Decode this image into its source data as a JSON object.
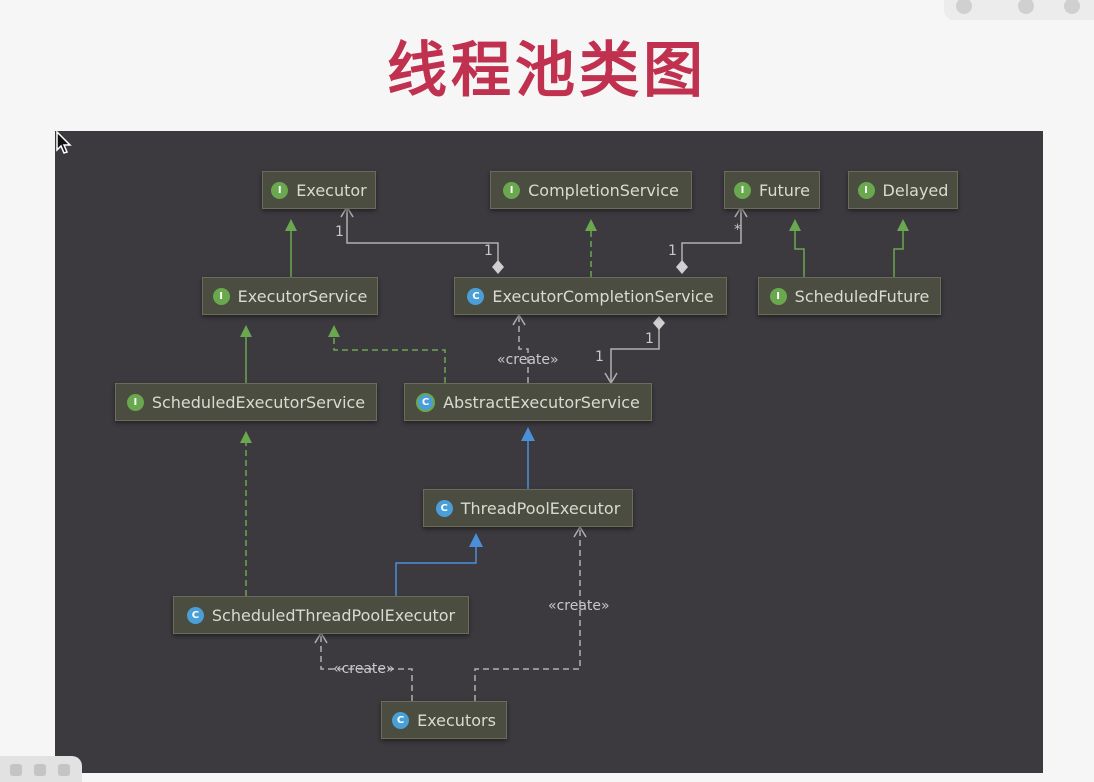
{
  "title": "线程池类图",
  "nodes": {
    "executor": {
      "label": "Executor",
      "kind": "interface"
    },
    "completion_service": {
      "label": "CompletionService",
      "kind": "interface"
    },
    "future": {
      "label": "Future",
      "kind": "interface"
    },
    "delayed": {
      "label": "Delayed",
      "kind": "interface"
    },
    "executor_service": {
      "label": "ExecutorService",
      "kind": "interface"
    },
    "executor_completion_service": {
      "label": "ExecutorCompletionService",
      "kind": "class"
    },
    "scheduled_future": {
      "label": "ScheduledFuture",
      "kind": "interface"
    },
    "scheduled_executor_service": {
      "label": "ScheduledExecutorService",
      "kind": "interface"
    },
    "abstract_executor_service": {
      "label": "AbstractExecutorService",
      "kind": "abstract class"
    },
    "thread_pool_executor": {
      "label": "ThreadPoolExecutor",
      "kind": "class"
    },
    "scheduled_thread_pool_executor": {
      "label": "ScheduledThreadPoolExecutor",
      "kind": "class"
    },
    "executors": {
      "label": "Executors",
      "kind": "class"
    }
  },
  "badges": {
    "interface": "I",
    "class": "C"
  },
  "edge_labels": {
    "executor_mult": "1",
    "ecs_executor_mult": "1",
    "ecs_future_mult": "1",
    "future_star": "*",
    "ecs_aes_mult": "1",
    "create_ecs": "«create»",
    "create_tpe": "«create»",
    "create_stpe": "«create»"
  },
  "colors": {
    "title": "#c0314f",
    "canvas": "#3c3a3f",
    "node_fill": "#4a4d40",
    "extends_line": "#6aa84f",
    "class_extends_line": "#4a8fd8",
    "dependency_line": "#b0b0b0",
    "interface_badge": "#6aa84f",
    "class_badge": "#4a9fd8"
  }
}
